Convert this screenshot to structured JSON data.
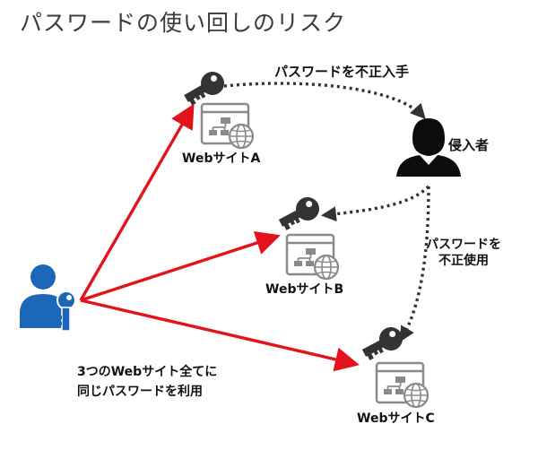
{
  "title": "パスワードの使い回しのリスク",
  "sites": {
    "a": "WebサイトA",
    "b": "WebサイトB",
    "c": "WebサイトC"
  },
  "labels": {
    "steal": "パスワードを不正入手",
    "intruder": "侵入者",
    "unauthorized_line1": "パスワードを",
    "unauthorized_line2": "不正使用",
    "note_line1": "3つのWebサイト全てに",
    "note_line2": "同じパスワードを利用"
  },
  "colors": {
    "user_blue": "#1c67b7",
    "arrow_red": "#e3131b",
    "dotted_dark": "#333333",
    "icon_gray": "#8a8a8a",
    "intruder_black": "#0c0c0c"
  },
  "icons": [
    "user-with-key-icon",
    "key-icon",
    "website-icon",
    "globe-icon",
    "intruder-icon"
  ]
}
